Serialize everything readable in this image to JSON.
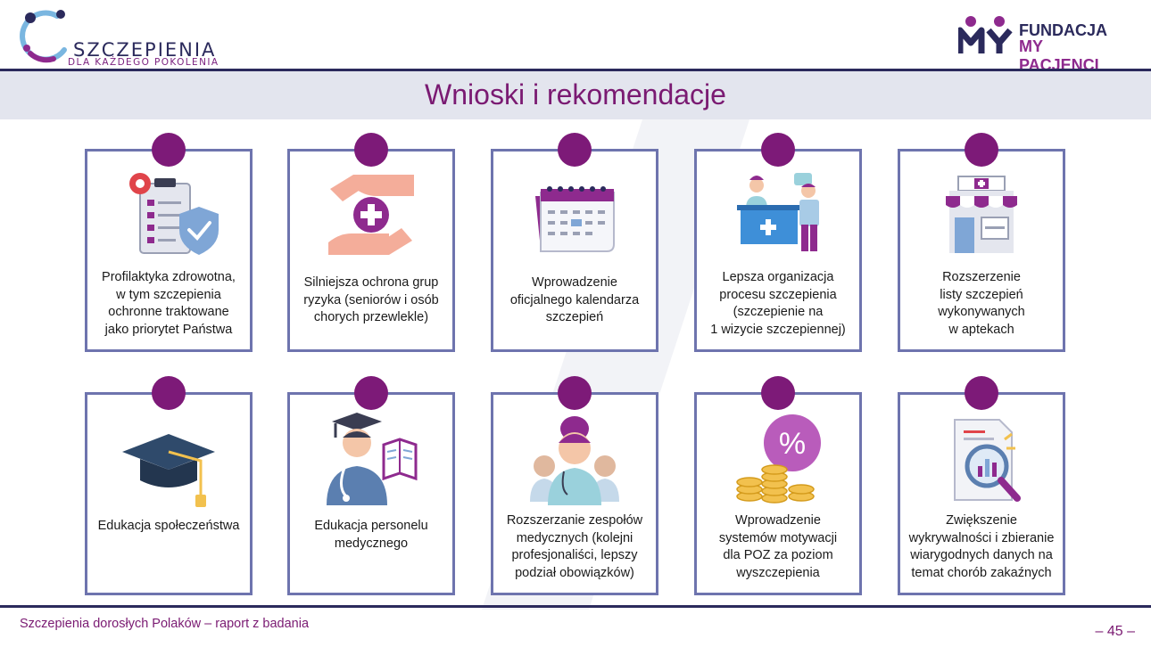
{
  "header": {
    "logo_left": {
      "brand": "SZCZEPIENIA",
      "tagline": "DLA KAŻDEGO POKOLENIA"
    },
    "logo_right": {
      "line1": "FUNDACJA",
      "line2": "MY PACJENCI"
    }
  },
  "title": "Wnioski i rekomendacje",
  "cards": [
    {
      "icon": "clipboard-shield-icon",
      "text": "Profilaktyka zdrowotna,\nw tym szczepienia\nochronne traktowane\njako priorytet Państwa"
    },
    {
      "icon": "hands-medical-cross-icon",
      "text": "Silniejsza ochrona grup\nryzyka (seniorów i osób\nchorych przewlekle)"
    },
    {
      "icon": "calendar-icon",
      "text": "Wprowadzenie\noficjalnego kalendarza\nszczepień"
    },
    {
      "icon": "reception-desk-icon",
      "text": "Lepsza organizacja\nprocesu szczepienia\n(szczepienie na\n1 wizycie szczepiennej)"
    },
    {
      "icon": "pharmacy-icon",
      "text": "Rozszerzenie\nlisty szczepień\nwykonywanych\nw aptekach"
    },
    {
      "icon": "graduation-cap-icon",
      "text": "Edukacja społeczeństwa"
    },
    {
      "icon": "doctor-book-icon",
      "text": "Edukacja personelu\nmedycznego"
    },
    {
      "icon": "medical-team-icon",
      "text": "Rozszerzanie zespołów\nmedycznych (kolejni\nprofesjonaliści, lepszy\npodział obowiązków)"
    },
    {
      "icon": "percent-coins-icon",
      "text": "Wprowadzenie\nsystemów motywacji\ndla POZ za poziom\nwyszczepienia"
    },
    {
      "icon": "document-magnifier-icon",
      "text": "Zwiększenie\nwykrywalności i zbieranie\nwiarygodnych danych na\ntemat chorób zakaźnych"
    }
  ],
  "footer": {
    "left": "Szczepienia dorosłych Polaków – raport z badania",
    "page": "– 45 –"
  },
  "colors": {
    "primary": "#7d1a78",
    "navy": "#2b2a5c",
    "card_border": "#6e74ae",
    "band": "#e3e5ee"
  }
}
